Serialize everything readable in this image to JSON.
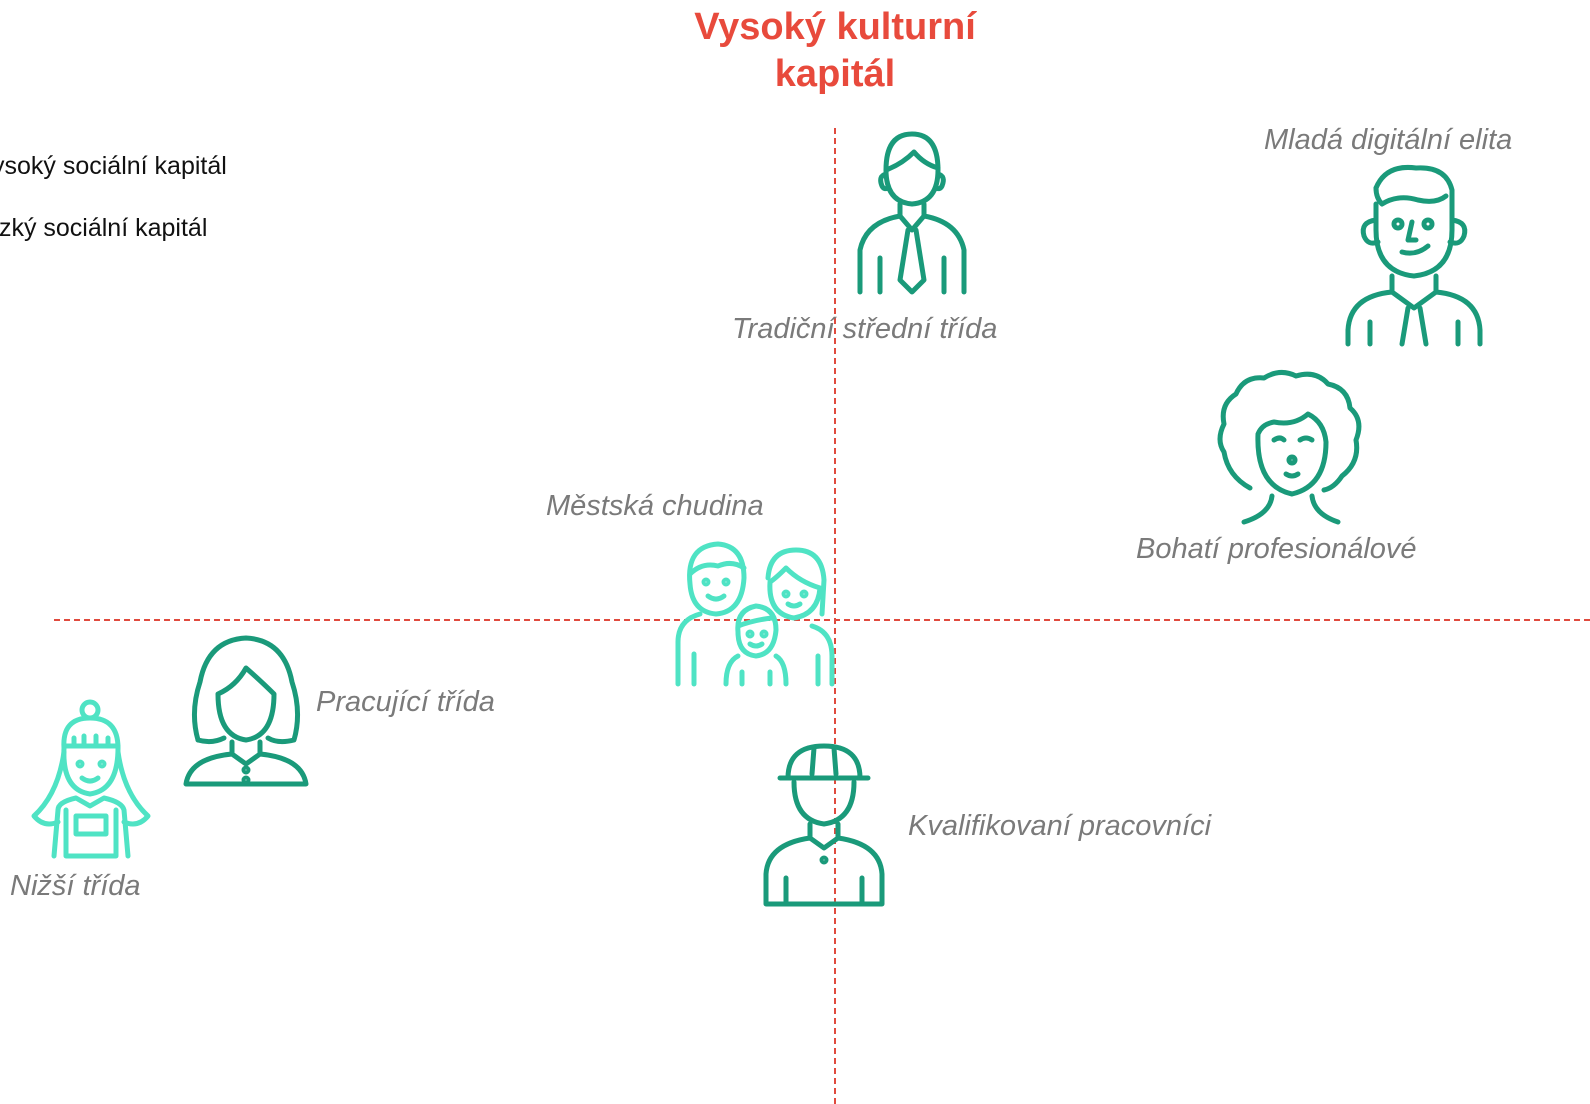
{
  "title": "Vysoký kulturní kapitál",
  "legend": {
    "high_social": "ysoký sociální kapitál",
    "low_social": "ízký sociální kapitál"
  },
  "groups": {
    "traditional_middle": "Tradiční střední třída",
    "young_digital_elite": "Mladá digitální elita",
    "wealthy_professionals": "Bohatí profesionálové",
    "urban_poor": "Městská chudina",
    "working_class": "Pracující třída",
    "skilled_workers": "Kvalifikovaní pracovníci",
    "lower_class": "Nižší třída"
  },
  "colors": {
    "axis": "#e04a3e",
    "title": "#e84a3c",
    "high_social_icon": "#1a9a7a",
    "low_social_icon": "#4fe3c4",
    "label": "#7a7a7a"
  },
  "icons": {
    "traditional_middle": "businessman-icon",
    "young_digital_elite": "young-man-icon",
    "wealthy_professionals": "curly-hair-person-icon",
    "urban_poor": "family-icon",
    "working_class": "woman-icon",
    "skilled_workers": "construction-worker-icon",
    "lower_class": "girl-apron-icon"
  }
}
